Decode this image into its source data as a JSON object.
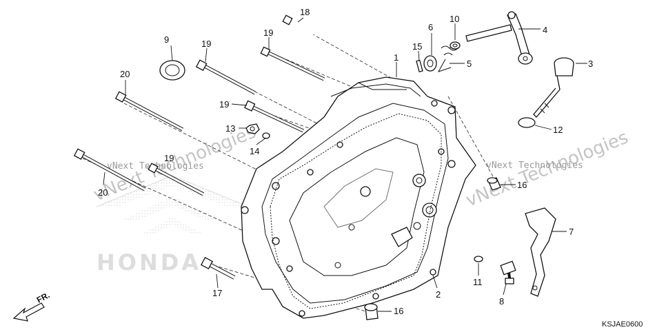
{
  "diagram": {
    "callouts": [
      "1",
      "2",
      "3",
      "4",
      "5",
      "6",
      "7",
      "8",
      "9",
      "10",
      "11",
      "12",
      "13",
      "14",
      "15",
      "16",
      "16",
      "17",
      "18",
      "19",
      "19",
      "19",
      "19",
      "20",
      "20"
    ],
    "watermarks": {
      "large": "vNext Technologies",
      "small": "vNext Technologies",
      "logo": "HONDA"
    },
    "direction_label": "FR.",
    "diagram_code": "KSJAE0600"
  }
}
